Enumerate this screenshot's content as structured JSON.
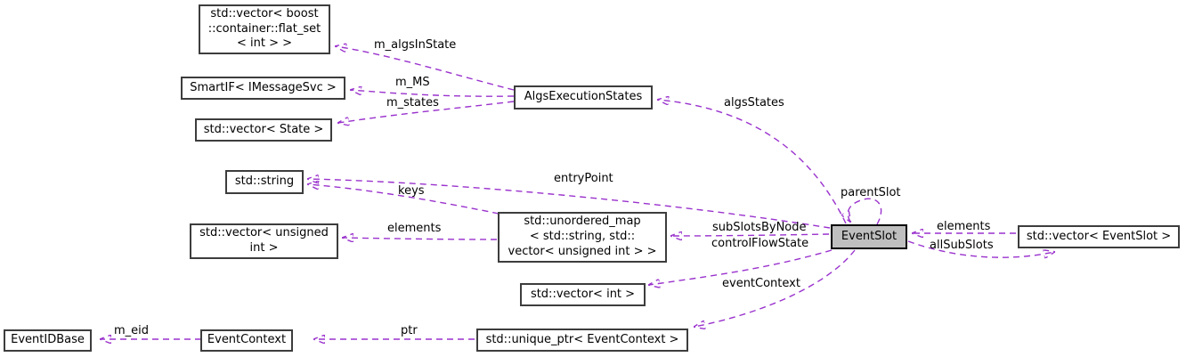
{
  "nodes": {
    "flat_set": {
      "label": "std::vector< boost\n::container::flat_set\n< int > >"
    },
    "smartif": {
      "label": "SmartIF< IMessageSvc >"
    },
    "vector_state": {
      "label": "std::vector< State >"
    },
    "algs_execution_states": {
      "label": "AlgsExecutionStates"
    },
    "std_string": {
      "label": "std::string"
    },
    "vector_unsigned": {
      "label": "std::vector< unsigned\nint >"
    },
    "unordered_map": {
      "label": "std::unordered_map\n< std::string, std::\nvector< unsigned int > >"
    },
    "event_slot": {
      "label": "EventSlot"
    },
    "vector_eventslot": {
      "label": "std::vector< EventSlot >"
    },
    "vector_int": {
      "label": "std::vector< int >"
    },
    "unique_ptr": {
      "label": "std::unique_ptr< EventContext >"
    },
    "event_context": {
      "label": "EventContext"
    },
    "event_id_base": {
      "label": "EventIDBase"
    }
  },
  "edge_labels": {
    "m_algsInState": "m_algsInState",
    "m_MS": "m_MS",
    "m_states": "m_states",
    "algsStates": "algsStates",
    "entryPoint": "entryPoint",
    "keys": "keys",
    "elements_map": "elements",
    "subSlotsByNode": "subSlotsByNode",
    "controlFlowState": "controlFlowState",
    "parentSlot": "parentSlot",
    "elements_vector": "elements",
    "allSubSlots": "allSubSlots",
    "eventContext": "eventContext",
    "ptr": "ptr",
    "m_eid": "m_eid"
  },
  "colors": {
    "edge": "#9a32cd",
    "node_border": "#3d3d3d",
    "node_background": "#ffffff",
    "selected_node_background": "#bfbfbf",
    "selected_node_border": "#000000",
    "text": "#000000",
    "background": "#ffffff"
  }
}
